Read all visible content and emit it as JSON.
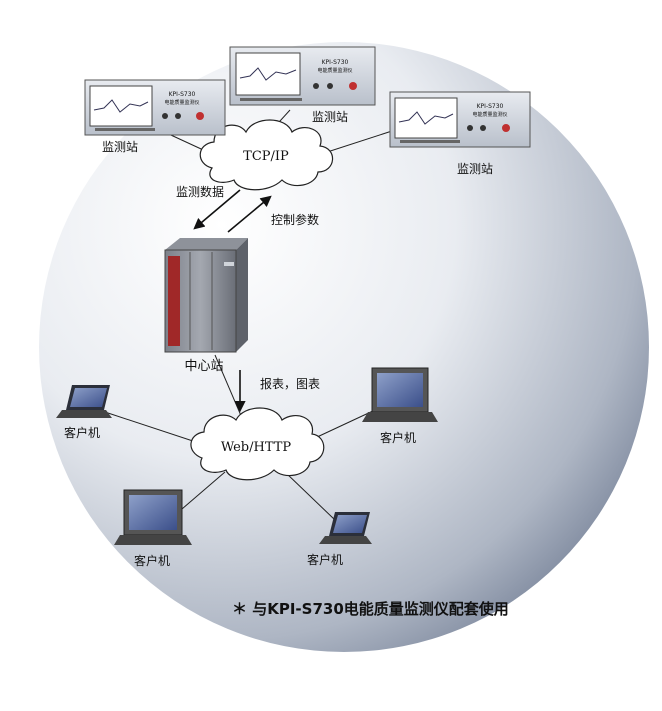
{
  "diagram": {
    "note": "＊ 与KPI-S730电能质量监测仪配套使用",
    "clouds": {
      "tcp": "TCP/IP",
      "web": "Web/HTTP"
    },
    "stations": [
      {
        "label": "监测站",
        "screen_title": "KPI-S730",
        "screen_sub": "电能质量监测仪"
      },
      {
        "label": "监测站",
        "screen_title": "KPI-S730",
        "screen_sub": "电能质量监测仪"
      },
      {
        "label": "监测站",
        "screen_title": "KPI-S730",
        "screen_sub": "电能质量监测仪"
      }
    ],
    "server_label": "中心站",
    "arrows": {
      "monitor_data": "监测数据",
      "control_params": "控制参数",
      "reports": "报表，图表"
    },
    "clients": [
      {
        "label": "客户机",
        "kind": "laptop"
      },
      {
        "label": "客户机",
        "kind": "desktop"
      },
      {
        "label": "客户机",
        "kind": "desktop"
      },
      {
        "label": "客户机",
        "kind": "laptop"
      }
    ]
  }
}
